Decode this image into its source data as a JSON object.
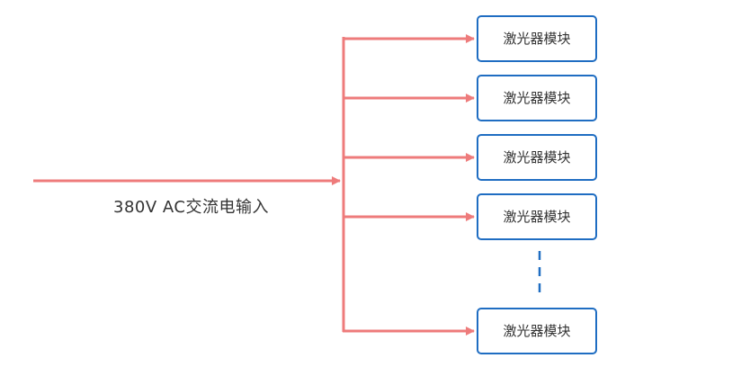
{
  "input": {
    "label": "380V   AC交流电输入"
  },
  "modules": [
    {
      "label": "激光器模块"
    },
    {
      "label": "激光器模块"
    },
    {
      "label": "激光器模块"
    },
    {
      "label": "激光器模块"
    },
    {
      "label": "激光器模块"
    }
  ],
  "colors": {
    "line": "#ee7b7b",
    "box_border": "#1f6dc2",
    "ellipsis": "#1f6dc2",
    "text": "#333333"
  }
}
